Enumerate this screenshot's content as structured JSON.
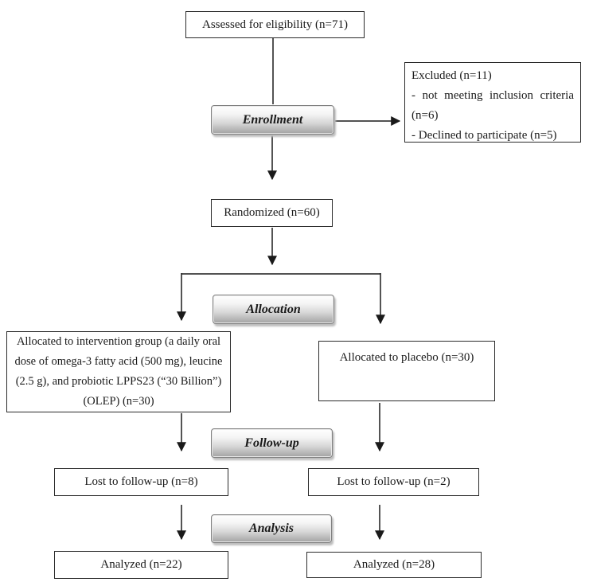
{
  "flow": {
    "assessed": "Assessed for eligibility (n=71)",
    "enrollment_label": "Enrollment",
    "excluded": {
      "line1": "Excluded (n=11)",
      "line2": "- not meeting inclusion criteria (n=6)",
      "line3": "- Declined to participate (n=5)"
    },
    "randomized": "Randomized (n=60)",
    "allocation_label": "Allocation",
    "intervention": "Allocated to intervention group (a daily oral dose of omega-3 fatty acid (500 mg), leucine (2.5 g), and probiotic LPPS23 (“30 Billion”) (OLEP) (n=30)",
    "placebo": "Allocated to placebo (n=30)",
    "followup_label": "Follow-up",
    "lost_left": "Lost to follow-up (n=8)",
    "lost_right": "Lost to follow-up (n=2)",
    "analysis_label": "Analysis",
    "analyzed_left": "Analyzed (n=22)",
    "analyzed_right": "Analyzed (n=28)"
  },
  "colors": {
    "background": "#ffffff",
    "text": "#1a1a1a",
    "box_border": "#2b2b2b",
    "phase_border": "#808080",
    "arrow": "#1a1a1a"
  }
}
